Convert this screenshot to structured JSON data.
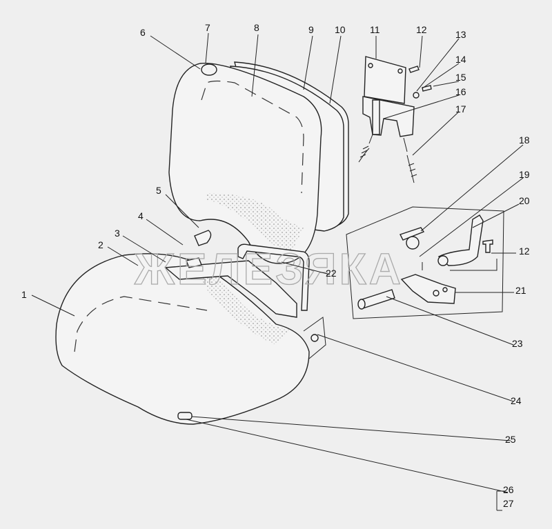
{
  "title": "Seat assembly exploded view",
  "watermark": "ЖЕЛЕЗЯКА",
  "callouts": [
    "1",
    "2",
    "3",
    "4",
    "5",
    "6",
    "7",
    "8",
    "9",
    "10",
    "11",
    "12",
    "13",
    "14",
    "15",
    "16",
    "17",
    "18",
    "19",
    "20",
    "12",
    "21",
    "22",
    "23",
    "24",
    "25",
    "26",
    "27"
  ]
}
